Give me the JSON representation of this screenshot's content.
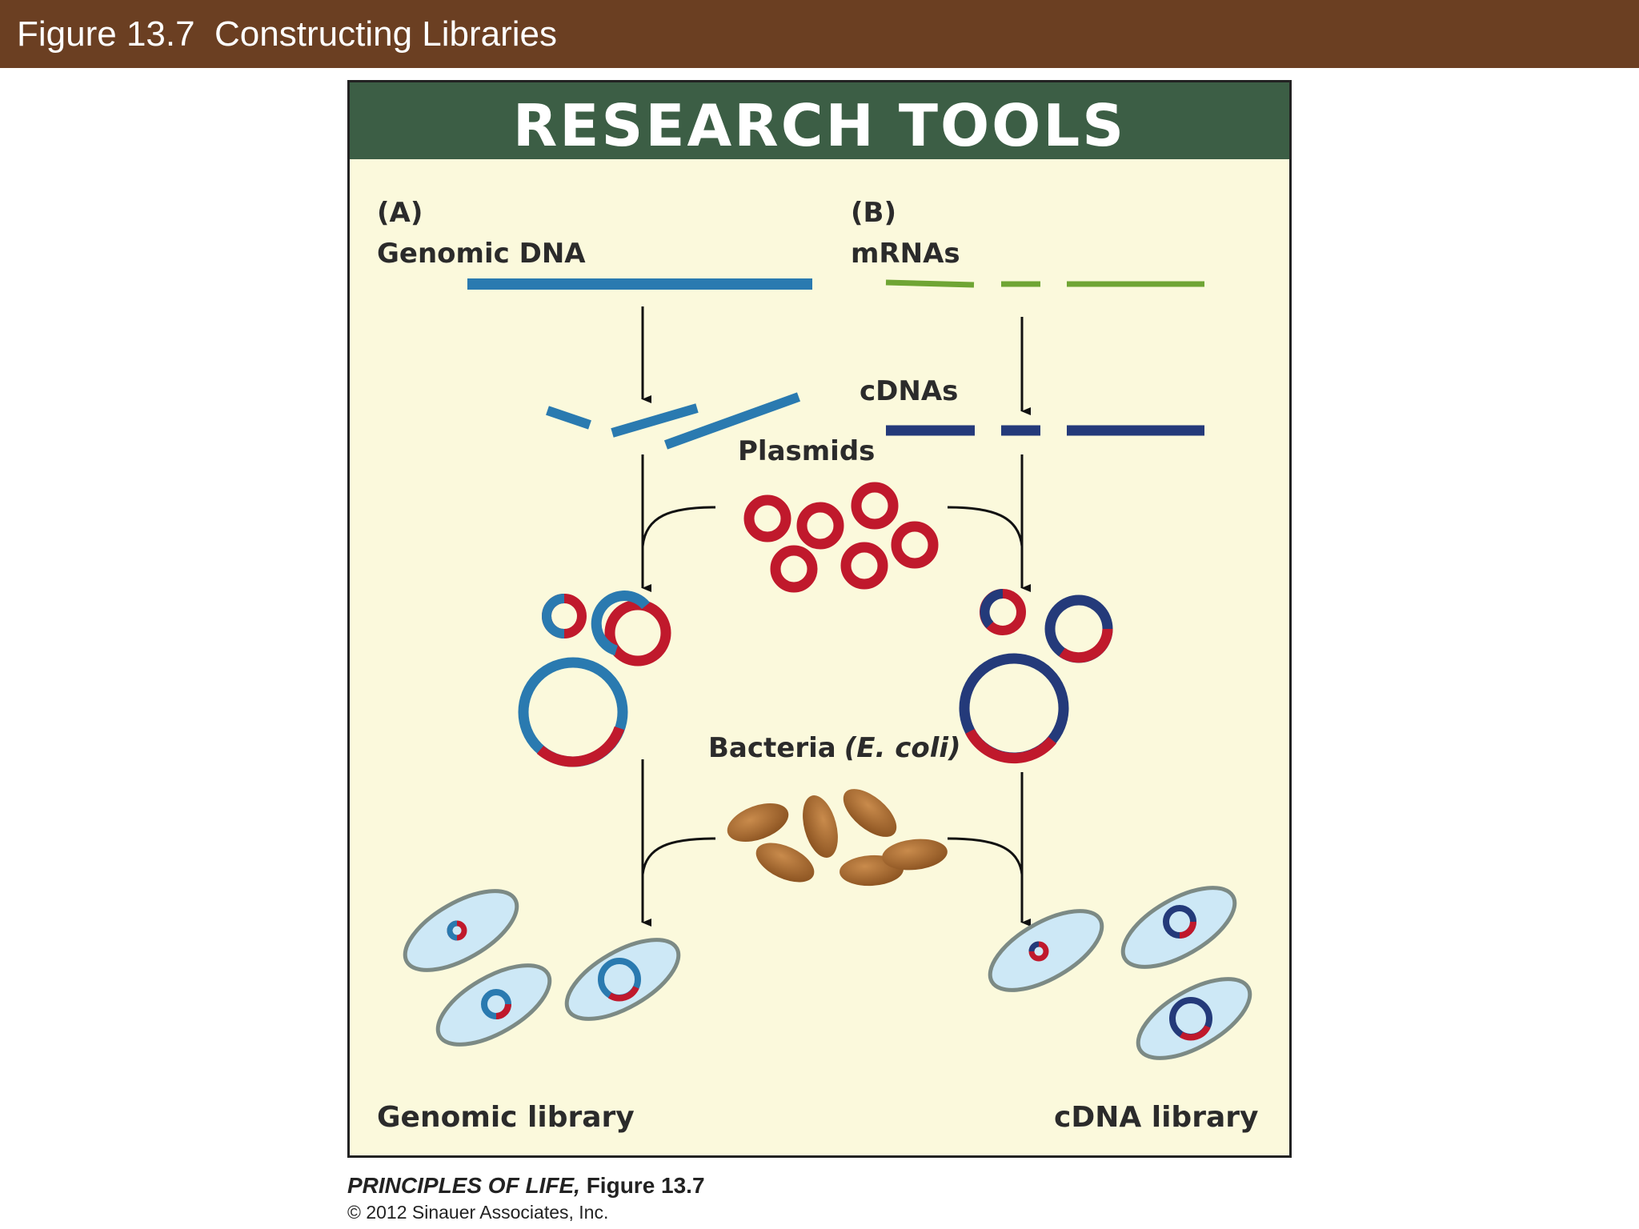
{
  "header": {
    "title": "Figure 13.7  Constructing Libraries"
  },
  "figure": {
    "banner": "RESEARCH TOOLS",
    "panel_a": {
      "letter": "(A)",
      "source": "Genomic DNA",
      "result": "Genomic library"
    },
    "panel_b": {
      "letter": "(B)",
      "source": "mRNAs",
      "intermediate": "cDNAs",
      "result": "cDNA library"
    },
    "plasmids_label": "Plasmids",
    "bacteria_label": "Bacteria",
    "bacteria_species": "(E. coli)"
  },
  "caption": {
    "book": "PRINCIPLES OF LIFE,",
    "figure": " Figure 13.7",
    "copyright": "© 2012 Sinauer Associates, Inc."
  },
  "colors": {
    "header_bg": "#6b3f22",
    "banner_bg": "#3c5e45",
    "panel_bg": "#fbf9dc",
    "genomic_dna": "#2a7ab0",
    "mrna": "#6fa534",
    "cdna": "#243a7a",
    "plasmid_red": "#c0192c",
    "bacterium": "#a5692f",
    "cell_fill": "#cde8f6"
  }
}
